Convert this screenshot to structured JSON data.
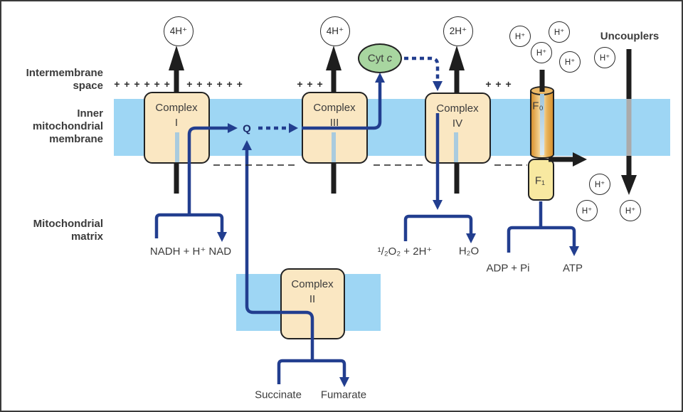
{
  "labels": {
    "intermembrane_space": "Intermembrane\nspace",
    "inner_membrane": "Inner\nmitochondrial\nmembrane",
    "mito_matrix": "Mitochondrial\nmatrix",
    "uncouplers": "Uncouplers"
  },
  "complexes": {
    "c1": "Complex\nI",
    "c2": "Complex\nII",
    "c3": "Complex\nIII",
    "c4": "Complex\nIV"
  },
  "atp_synthase": {
    "f0": "F₀",
    "f1": "F₁"
  },
  "carriers": {
    "q": "Q",
    "cytc_prefix": "Cyt ",
    "cytc_italic": "c"
  },
  "protons": {
    "h4": "4H⁺",
    "h2": "2H⁺",
    "h": "H⁺"
  },
  "charges": {
    "long": "+ + + + + +",
    "short": "+ + +"
  },
  "molecules": {
    "nadh": "NADH + H⁺ NAD",
    "o2": "¹/₂O₂ + 2H⁺",
    "h2o": "H₂O",
    "adp": "ADP + Pi",
    "atp": "ATP",
    "succinate": "Succinate",
    "fumarate": "Fumarate"
  },
  "colors": {
    "membrane": "#9ED6F4",
    "complex_fill": "#FAE7C2",
    "electron_blue": "#223E8F",
    "cytc_green": "#A8D6A0",
    "f1_yellow": "#F8E9A1",
    "f0_orange": "#E2A445",
    "uncoupler_gray": "#ABABAB"
  }
}
